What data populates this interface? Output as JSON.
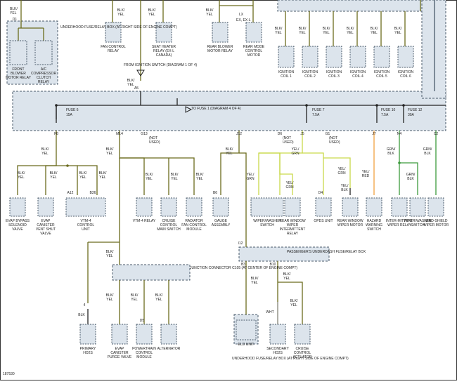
{
  "figure_id": "187530",
  "colors": {
    "blk_yel": "#6b6b1c",
    "blk": "#222222",
    "yel_grn": "#c9d94a",
    "yel_red": "#f0a040",
    "grn_blk": "#3c9a3c",
    "wht": "#9a9a9a",
    "box_fill": "#dce4ec",
    "box_dash": "#4a5a6a"
  },
  "underhood_box_top": "UNDERHOOD FUSE/RELAY BOX (AT RIGHT SIDE OF ENGINE COMPT)",
  "underhood_box_bottom": "UNDERHOOD FUSE/RELAY BOX (AT RIGHT SIDE OF ENGINE COMPT)",
  "from_ignition": "FROM IGNITION SWITCH (DIAGRAM 1 OF 4)",
  "to_fuse1": "TO FUSE 1 (DIAGRAM 4 OF 4)",
  "junction": "JUNCTION CONNECTOR C105 (AT CENTER OF ENGINE COMPT)",
  "passenger_box": "PASSENGER'S UNDERDASH FUSE/RELAY BOX",
  "fuses": [
    {
      "name": "FUSE 6",
      "rating": "15A"
    },
    {
      "name": "FUSE 7",
      "rating": "7.5A"
    },
    {
      "name": "FUSE 10",
      "rating": "7.5A"
    },
    {
      "name": "FUSE 12",
      "rating": "30A"
    }
  ],
  "top_components": [
    "FRONT BLOWER MOTOR RELAY",
    "A/C COMPRESSOR CLUTCH RELAY",
    "FAN CONTROL RELAY",
    "SEAT HEATER RELAY (EX-L CANADA)",
    "REAR BLOWER MOTOR RELAY",
    "REAR MODE CONTROL MOTOR"
  ],
  "top_mode_labels": [
    "LX",
    "EX, EX-L"
  ],
  "ignition_coils": [
    "IGNITION COIL 1",
    "IGNITION COIL 2",
    "IGNITION COIL 3",
    "IGNITION COIL 4",
    "IGNITION COIL 5",
    "IGNITION COIL 6"
  ],
  "mid_components": [
    "EVAP BYPASS SOLENOID VALVE",
    "EVAP CANISTER VENT SHUT VALVE",
    "VTM-4 CONTROL UNIT",
    "VTM-4 RELAY",
    "CRUISE CONTROL MAIN SWITCH",
    "RADIATOR FAN CONTROL MODULE",
    "GAUGE ASSEMBLY",
    "WIPER/WASHER SWITCH",
    "REAR WINDOW WIPER INTERMITTENT RELAY",
    "OPDS UNIT",
    "REAR WINDOW WIPER MOTOR",
    "HAZARD WARNING SWITCH",
    "INTER-MITTENT WIPER RELAY",
    "WIPER/WASHER SWITCH",
    "WIND-SHIELD WIPER MOTOR"
  ],
  "bottom_components": [
    "PRIMARY HO2S",
    "EVAP CANISTER PURGE VALVE",
    "POWERTRAIN CONTROL MODULE",
    "ALTERNATOR",
    "ELD UNIT",
    "SECONDARY HO2S",
    "CRUISE CONTROL ACTUATOR"
  ],
  "wire_labels": {
    "blk_yel": "BLK/YEL",
    "blk": "BLK",
    "yel_grn": "YEL/GRN",
    "yel_red": "YEL/RED",
    "grn_blk": "GRN/BLK",
    "wht": "WHT",
    "yel_blk": "YEL/BLK",
    "not_used": "(NOT USED)"
  },
  "pins": {
    "f8": "F8",
    "m14": "M14",
    "g13": "G13",
    "j12": "J12",
    "d6": "D6",
    "j5": "J5",
    "g1": "G1",
    "j7": "J7",
    "n4": "N4",
    "c2": "C2",
    "a5": "A5",
    "d1": "D1",
    "a12": "A12",
    "b26": "B26",
    "b6": "B6",
    "d4": "D4",
    "i12": "I12",
    "b3": "B3",
    "b10": "B10",
    "d5": "D5"
  }
}
